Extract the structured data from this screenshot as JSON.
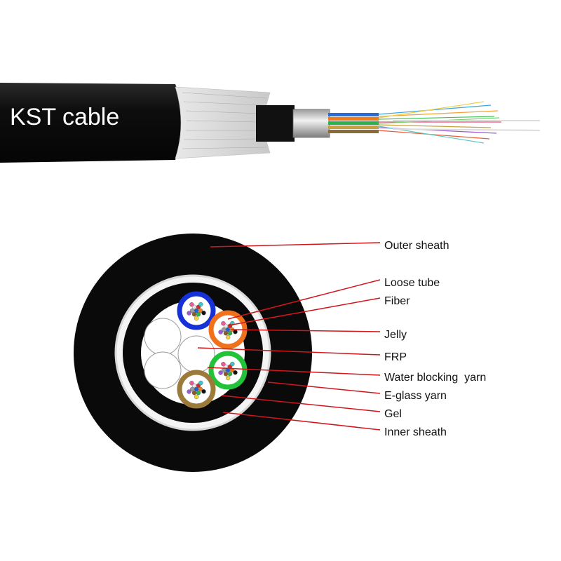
{
  "cable_title": "KST cable",
  "colors": {
    "sheath": "#0b0b0b",
    "leader": "#d0161b",
    "tube_blue": "#1631d6",
    "tube_orange": "#f0701c",
    "tube_green": "#22c23a",
    "tube_brown": "#9b7a3a"
  },
  "callouts": [
    {
      "id": "outer-sheath",
      "label": "Outer sheath"
    },
    {
      "id": "loose-tube",
      "label": "Loose tube"
    },
    {
      "id": "fiber",
      "label": "Fiber"
    },
    {
      "id": "jelly",
      "label": "Jelly"
    },
    {
      "id": "frp",
      "label": "FRP"
    },
    {
      "id": "water-blocking-yarn",
      "label": "Water blocking  yarn"
    },
    {
      "id": "e-glass-yarn",
      "label": "E-glass yarn"
    },
    {
      "id": "gel",
      "label": "Gel"
    },
    {
      "id": "inner-sheath",
      "label": "Inner sheath"
    }
  ]
}
